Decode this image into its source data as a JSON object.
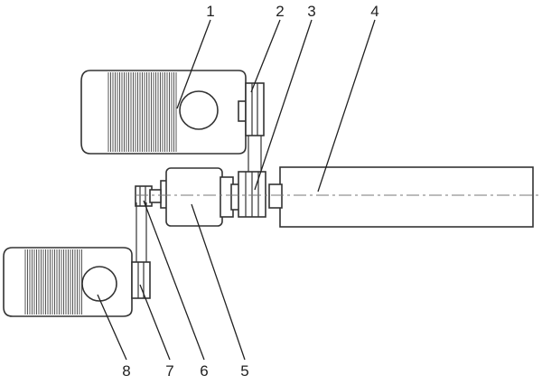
{
  "labels": {
    "one": "1",
    "two": "2",
    "three": "3",
    "four": "4",
    "five": "5",
    "six": "6",
    "seven": "7",
    "eight": "8"
  },
  "colors": {
    "line": "#333333",
    "fin_fill": "#555555",
    "background": "#ffffff"
  }
}
